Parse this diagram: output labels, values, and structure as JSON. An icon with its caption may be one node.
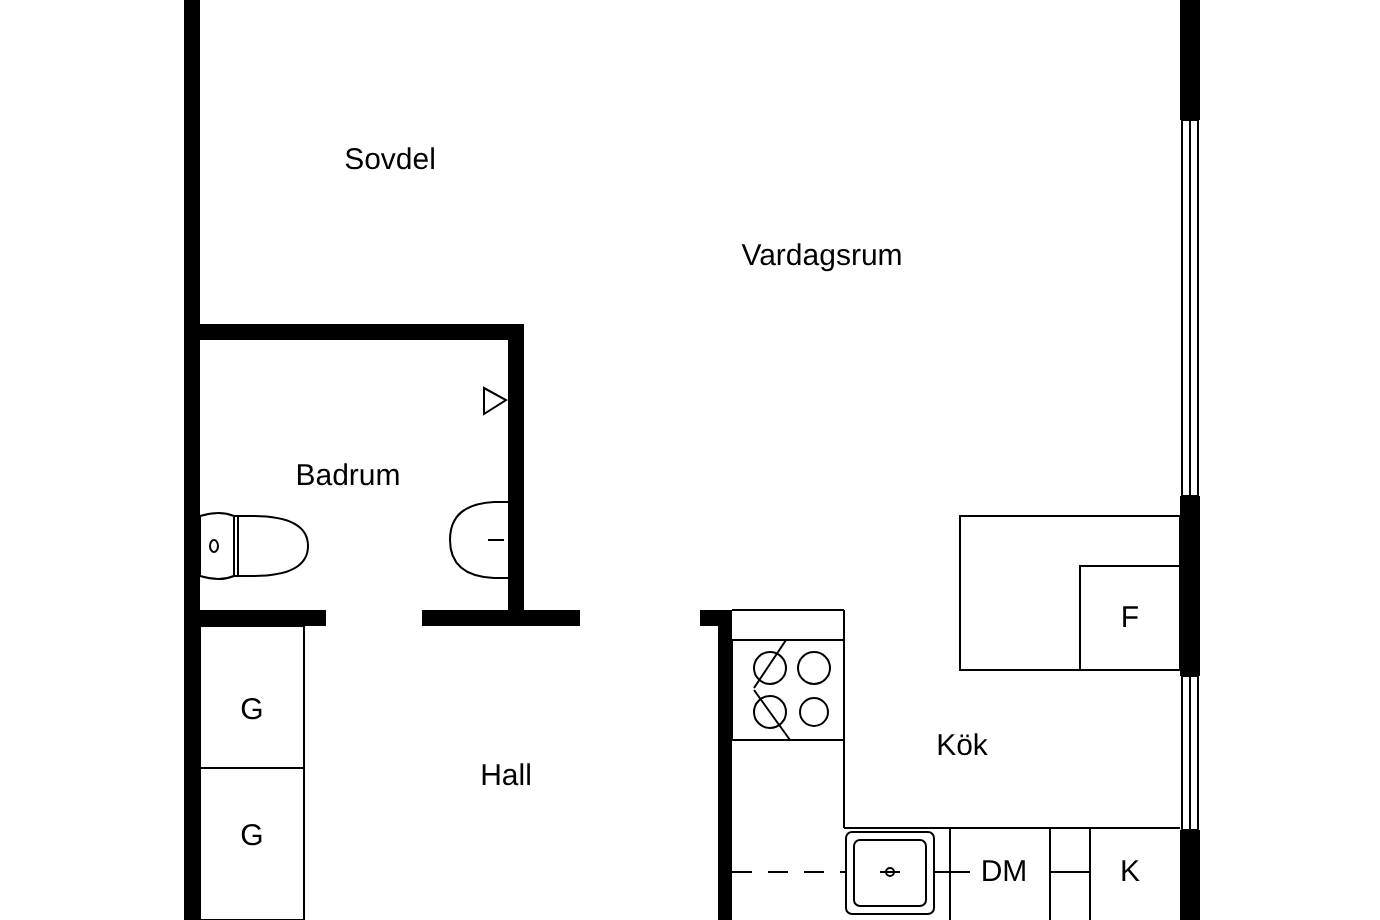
{
  "diagram": {
    "labels": [
      "Sovdel",
      "Vardagsrum",
      "Badrum",
      "F",
      "G",
      "Kök",
      "Hall",
      "G",
      "DM",
      "K"
    ]
  }
}
